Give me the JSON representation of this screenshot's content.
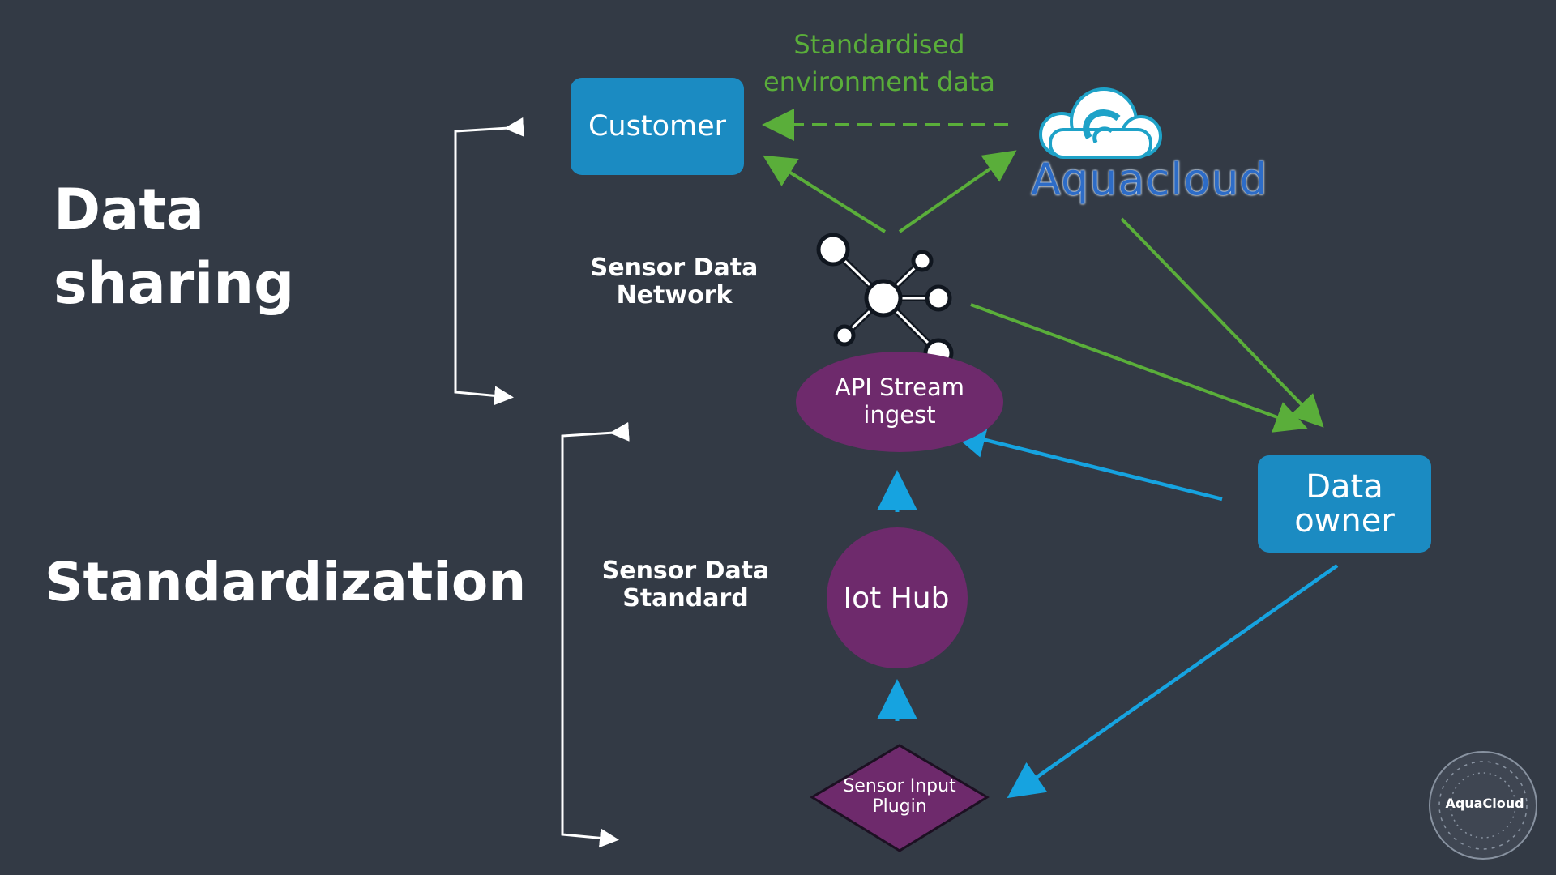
{
  "sections": {
    "data_sharing": "Data sharing",
    "standardization": "Standardization"
  },
  "layers": {
    "network": "Sensor Data Network",
    "standard": "Sensor Data Standard"
  },
  "nodes": {
    "customer": "Customer",
    "data_owner": "Data owner",
    "api": "API Stream ingest",
    "iot_hub": "Iot Hub",
    "plugin": "Sensor Input Plugin",
    "aquacloud": "Aquacloud"
  },
  "annotations": {
    "standardised_environment_data": "Standardised environment data"
  },
  "branding": {
    "seal": "AquaCloud"
  },
  "colors": {
    "background": "#333a45",
    "box": "#1b8bc2",
    "node_purple": "#6e2a6c",
    "sharing_arrow": "#5aae3a",
    "standard_arrow": "#16a3e0",
    "bracket": "#ffffff"
  }
}
